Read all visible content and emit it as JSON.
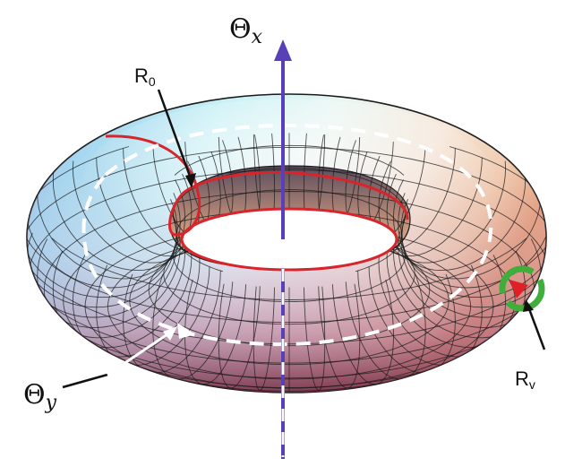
{
  "labels": {
    "theta_x": {
      "base": "Θ",
      "sub": "x"
    },
    "theta_y": {
      "base": "Θ",
      "sub": "y"
    },
    "r0": {
      "base": "R",
      "sub": "0"
    },
    "rv": {
      "base": "R",
      "sub": "v"
    }
  },
  "colors": {
    "axis": "#5a40b8",
    "path_dashed": "#ffffff",
    "r0_curve": "#d8242b",
    "rv_ring": "#3fae3a",
    "rv_arrow": "#e01f26",
    "mesh_line": "#1a1a1a"
  },
  "icons": {
    "axis_arrow": "arrow-up-icon",
    "rotation_ring": "rotation-ring-icon"
  }
}
